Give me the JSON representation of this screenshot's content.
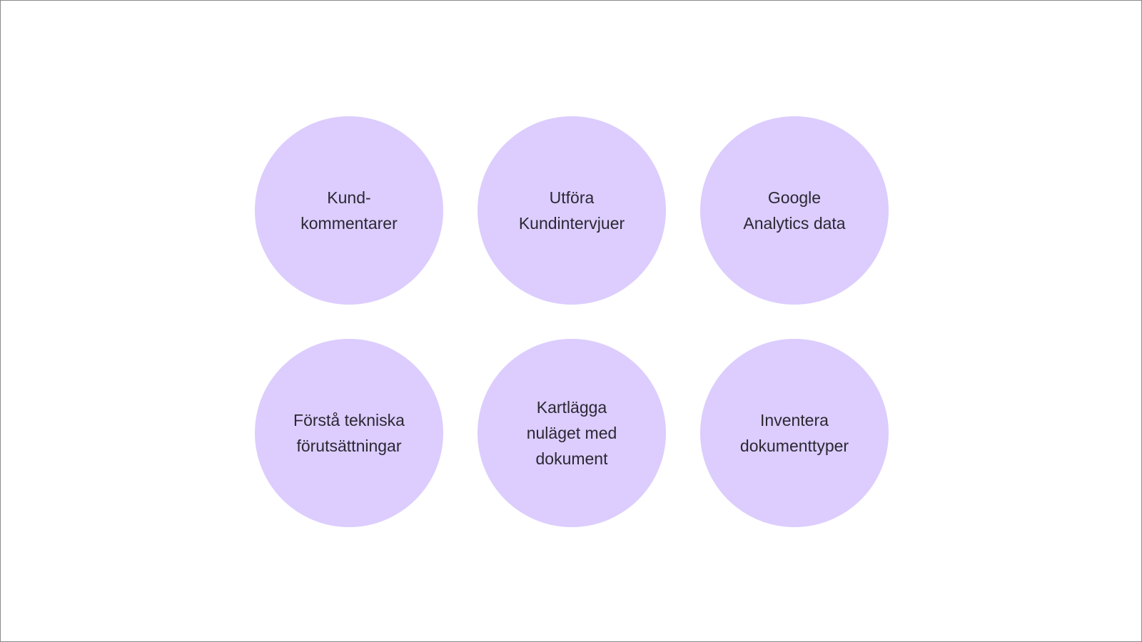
{
  "colors": {
    "circle_fill": "#dccdfe",
    "text": "#2b2833",
    "background": "#ffffff",
    "frame_border": "#8a8a8a"
  },
  "circles": [
    {
      "label": "Kund-\nkommentarer"
    },
    {
      "label": "Utföra\nKundintervjuer"
    },
    {
      "label": "Google\nAnalytics data"
    },
    {
      "label": "Förstå tekniska\nförutsättningar"
    },
    {
      "label": "Kartlägga\nnuläget med\ndokument"
    },
    {
      "label": "Inventera\ndokumenttyper"
    }
  ]
}
